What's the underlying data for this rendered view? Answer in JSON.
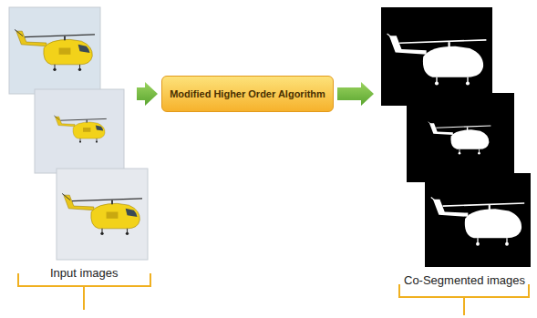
{
  "diagram": {
    "nodes": [
      {
        "text": [
          "Modified Higher Order Algorithm"
        ]
      }
    ],
    "labels": [
      "Input images",
      "Co-Segmented images"
    ]
  }
}
